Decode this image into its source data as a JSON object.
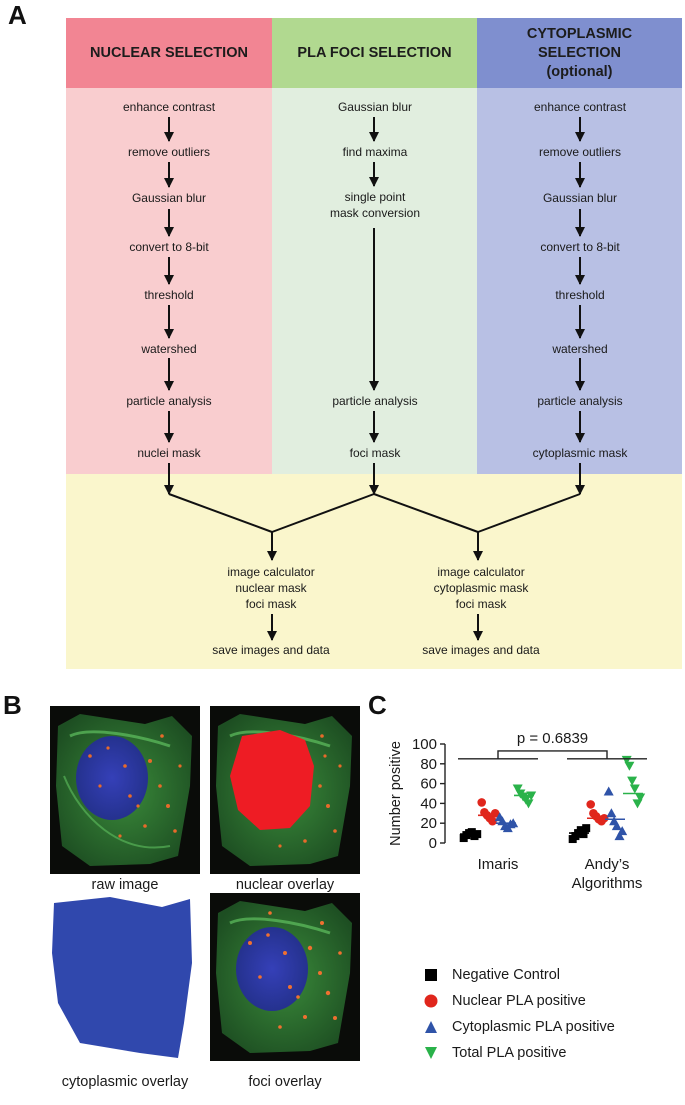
{
  "panel_labels": {
    "a": "A",
    "b": "B",
    "c": "C"
  },
  "colors": {
    "nuclear_header": "#f28593",
    "nuclear_body": "#f9cdcf",
    "foci_header": "#b1d990",
    "foci_body": "#e1eedf",
    "cyto_header": "#7f8fcf",
    "cyto_body": "#b8c0e4",
    "merge_body": "#faf6cc",
    "negative": "#000000",
    "nuclear": "#e0261c",
    "cytoplasmic": "#2f53a8",
    "total": "#2ab24a"
  },
  "panelA": {
    "nuclear": {
      "header": "NUCLEAR SELECTION",
      "steps": [
        "enhance contrast",
        "remove outliers",
        "Gaussian blur",
        "convert to 8-bit",
        "threshold",
        "watershed",
        "particle analysis",
        "nuclei mask"
      ]
    },
    "foci": {
      "header": "PLA FOCI  SELECTION",
      "steps": [
        "Gaussian blur",
        "find maxima",
        "single point",
        "mask conversion",
        "particle analysis",
        "foci mask"
      ]
    },
    "cytoplasmic": {
      "header_line1": "CYTOPLASMIC",
      "header_line2": "SELECTION",
      "header_line3": "(optional)",
      "steps": [
        "enhance contrast",
        "remove outliers",
        "Gaussian blur",
        "convert to 8-bit",
        "threshold",
        "watershed",
        "particle analysis",
        "cytoplasmic mask"
      ]
    },
    "merge_left": {
      "lines": [
        "image calculator",
        "nuclear mask",
        "foci mask"
      ],
      "save": "save images and data"
    },
    "merge_right": {
      "lines": [
        "image calculator",
        "cytoplasmic mask",
        "foci mask"
      ],
      "save": "save images and data"
    }
  },
  "panelB": {
    "captions": [
      "raw image",
      "nuclear overlay",
      "cytoplasmic overlay",
      "foci overlay"
    ]
  },
  "chart_data": {
    "type": "scatter",
    "ylabel": "Number positive",
    "ylim": [
      0,
      100
    ],
    "yticks": [
      0,
      20,
      40,
      60,
      80,
      100
    ],
    "categories": [
      "Imaris",
      "Andy’s Algorithms"
    ],
    "category_lines": [
      [
        "Imaris"
      ],
      [
        "Andy’s",
        "Algorithms"
      ]
    ],
    "annotation": "p = 0.6839",
    "legend_position": "bottom",
    "series": [
      {
        "name": "Negative Control",
        "marker": "square",
        "values": [
          [
            5,
            8,
            10,
            11,
            7,
            9
          ],
          [
            4,
            7,
            10,
            13,
            9,
            15
          ]
        ],
        "medians": [
          9,
          10
        ]
      },
      {
        "name": "Nuclear PLA positive",
        "marker": "circle",
        "values": [
          [
            41,
            31,
            28,
            25,
            22,
            30
          ],
          [
            39,
            30,
            27,
            24,
            22,
            25
          ]
        ],
        "medians": [
          28,
          25
        ]
      },
      {
        "name": "Cytoplasmic PLA positive",
        "marker": "triangle-up",
        "values": [
          [
            26,
            22,
            17,
            15,
            19,
            20
          ],
          [
            52,
            30,
            22,
            17,
            7,
            12
          ]
        ],
        "medians": [
          20,
          24
        ]
      },
      {
        "name": "Total PLA positive",
        "marker": "triangle-down",
        "values": [
          [
            55,
            50,
            47,
            44,
            40,
            48
          ],
          [
            84,
            78,
            63,
            55,
            40,
            46
          ]
        ],
        "medians": [
          48,
          50
        ]
      }
    ]
  }
}
